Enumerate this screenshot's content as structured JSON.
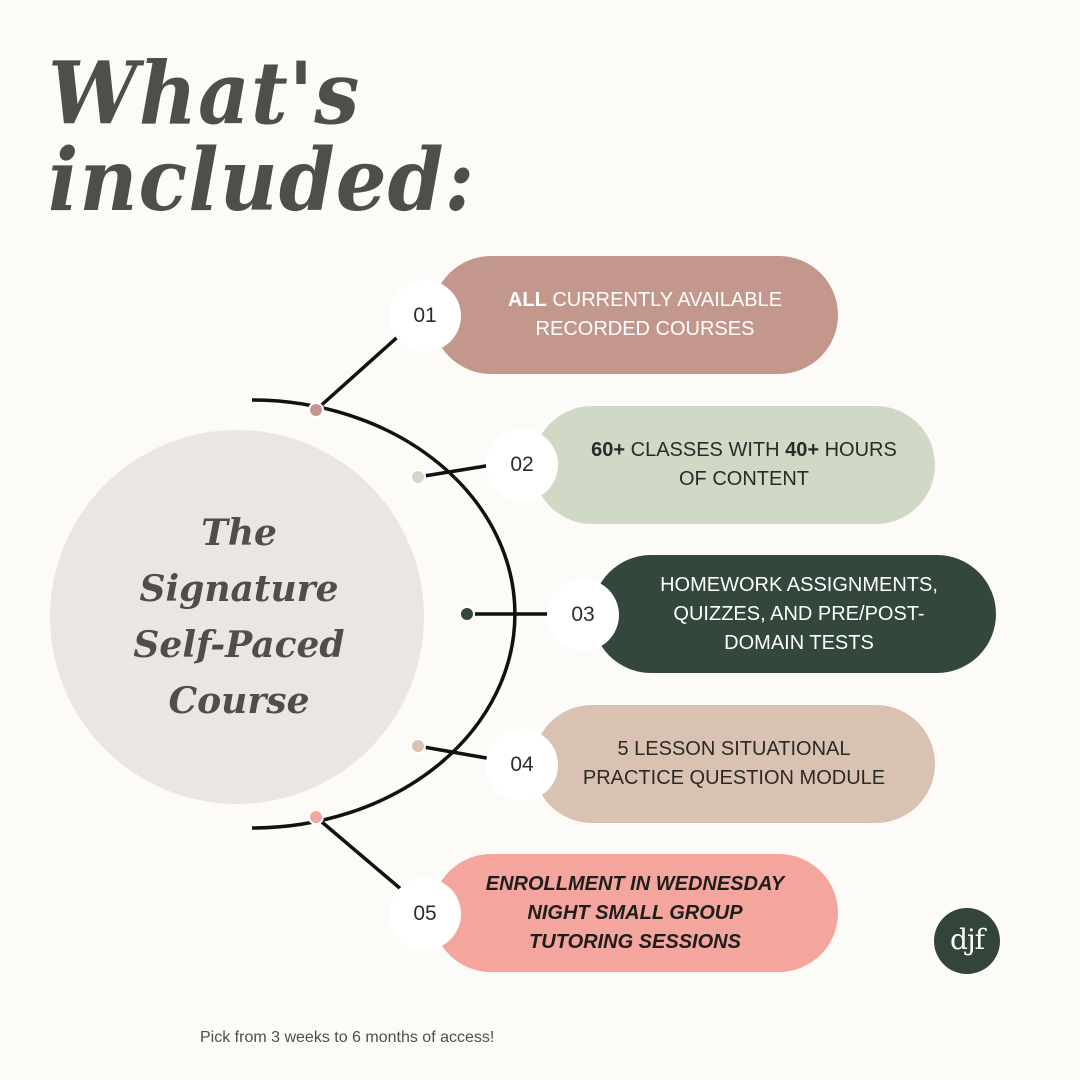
{
  "header": {
    "title_line1": "What's",
    "title_line2": "included:"
  },
  "center": {
    "lines": [
      "The",
      "Signature",
      "Self-Paced",
      "Course"
    ]
  },
  "items": [
    {
      "number": "01",
      "bold": "ALL",
      "text": " CURRENTLY AVAILABLE\nRECORDED COURSES",
      "bg": "#c4978c",
      "text_color": "#ffffff",
      "dot_color": "#c4978c"
    },
    {
      "number": "02",
      "bold": "60+",
      "text": " CLASSES WITH ",
      "bold2": "40+",
      "text2": " HOURS\nOF CONTENT",
      "bg": "#d0d9c6",
      "text_color": "#2a2a28",
      "dot_color": "#d0d9c6"
    },
    {
      "number": "03",
      "text": "HOMEWORK ASSIGNMENTS,\nQUIZZES, AND PRE/POST-\nDOMAIN TESTS",
      "bg": "#33473d",
      "text_color": "#ffffff",
      "dot_color": "#33473d"
    },
    {
      "number": "04",
      "text": "5  LESSON SITUATIONAL\nPRACTICE QUESTION MODULE",
      "bg": "#d9c2b2",
      "text_color": "#2a2a28",
      "dot_color": "#d9c2b2"
    },
    {
      "number": "05",
      "text": "ENROLLMENT IN WEDNESDAY\nNIGHT SMALL GROUP\nTUTORING SESSIONS",
      "bg": "#f4a59d",
      "text_color": "#1e1e1c",
      "dot_color": "#f4a59d",
      "style": "bold-italic"
    }
  ],
  "logo": {
    "text": "djf",
    "bg": "#33443a"
  },
  "footer": {
    "text": "Pick from 3 weeks to 6 months of access!"
  }
}
